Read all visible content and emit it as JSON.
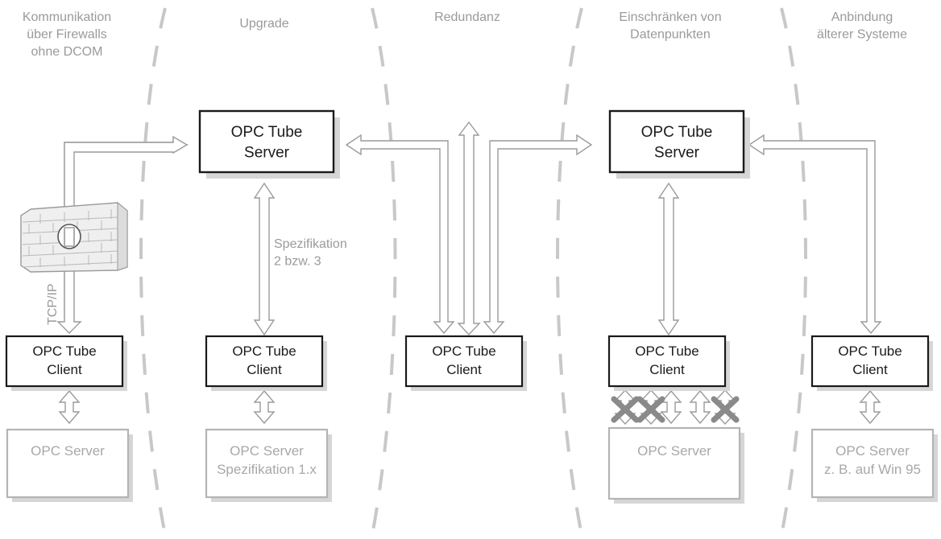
{
  "headings": {
    "firewall": [
      "Kommunikation",
      "über Firewalls",
      "ohne DCOM"
    ],
    "upgrade": [
      "Upgrade"
    ],
    "redundancy": [
      "Redundanz"
    ],
    "restrict": [
      "Einschränken von",
      "Datenpunkten"
    ],
    "legacy": [
      "Anbindung",
      "älterer Systeme"
    ]
  },
  "servers": {
    "s1": [
      "OPC Tube",
      "Server"
    ],
    "s2": [
      "OPC Tube",
      "Server"
    ]
  },
  "clients": {
    "c1": [
      "OPC Tube",
      "Client"
    ],
    "c2": [
      "OPC Tube",
      "Client"
    ],
    "c3": [
      "OPC Tube",
      "Client"
    ],
    "c4": [
      "OPC Tube",
      "Client"
    ],
    "c5": [
      "OPC Tube",
      "Client"
    ]
  },
  "opc_servers": {
    "o1": [
      "OPC Server"
    ],
    "o2": [
      "OPC Server",
      "Spezifikation 1.x"
    ],
    "o4": [
      "OPC Server"
    ],
    "o5": [
      "OPC Server",
      "z. B. auf Win 95"
    ]
  },
  "labels": {
    "spec": [
      "Spezifikation",
      "2 bzw. 3"
    ],
    "tcpip": "TCP/IP"
  },
  "colors": {
    "dark_border": "#1a1a1a",
    "light_border": "#b4b4b4",
    "shadow": "#d6d6d6",
    "arrow_outline": "#9a9a9a",
    "dashed": "#c8c8c8"
  }
}
